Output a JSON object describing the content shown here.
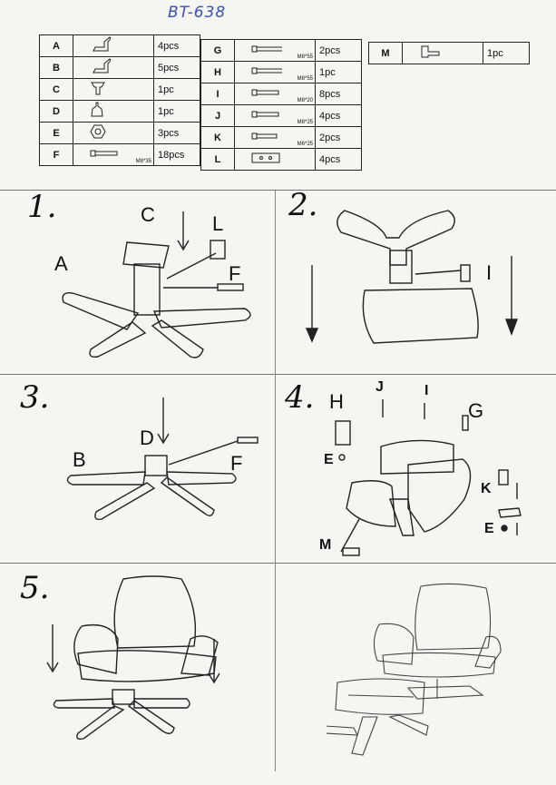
{
  "header": {
    "model": "BT-638"
  },
  "parts_left": [
    {
      "letter": "A",
      "qty": "4pcs",
      "spec": ""
    },
    {
      "letter": "B",
      "qty": "5pcs",
      "spec": ""
    },
    {
      "letter": "C",
      "qty": "1pc",
      "spec": ""
    },
    {
      "letter": "D",
      "qty": "1pc",
      "spec": ""
    },
    {
      "letter": "E",
      "qty": "3pcs",
      "spec": ""
    },
    {
      "letter": "F",
      "qty": "18pcs",
      "spec": "M8*35"
    }
  ],
  "parts_mid": [
    {
      "letter": "G",
      "qty": "2pcs",
      "spec": "M8*55"
    },
    {
      "letter": "H",
      "qty": "1pc",
      "spec": "M8*55"
    },
    {
      "letter": "I",
      "qty": "8pcs",
      "spec": "M8*20"
    },
    {
      "letter": "J",
      "qty": "4pcs",
      "spec": "M8*25"
    },
    {
      "letter": "K",
      "qty": "2pcs",
      "spec": "M6*25"
    },
    {
      "letter": "L",
      "qty": "4pcs",
      "spec": ""
    }
  ],
  "parts_right": [
    {
      "letter": "M",
      "qty": "1pc",
      "spec": ""
    }
  ],
  "steps": {
    "s1": {
      "number": "1.",
      "labels": {
        "c": "C",
        "l": "L",
        "a": "A",
        "f": "F"
      }
    },
    "s2": {
      "number": "2.",
      "labels": {
        "i": "I"
      }
    },
    "s3": {
      "number": "3.",
      "labels": {
        "d": "D",
        "b": "B",
        "f": "F"
      }
    },
    "s4": {
      "number": "4.",
      "labels": {
        "h": "H",
        "j": "J",
        "i": "I",
        "g": "G",
        "e1": "E",
        "k": "K",
        "e2": "E",
        "m": "M"
      }
    },
    "s5": {
      "number": "5."
    }
  }
}
